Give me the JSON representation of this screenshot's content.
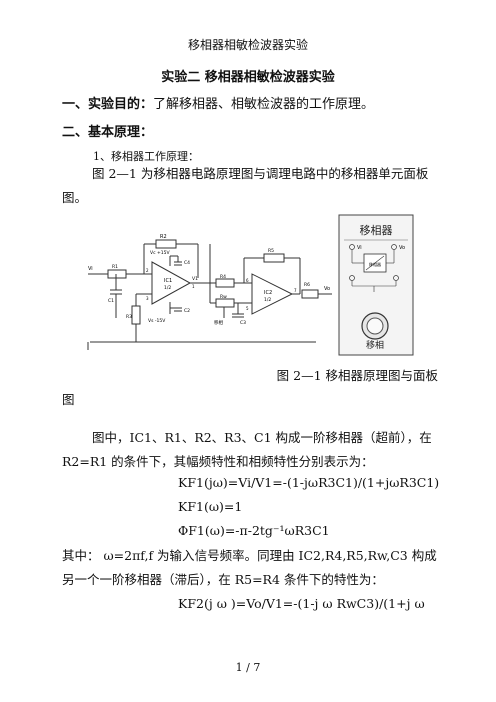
{
  "header": "移相器相敏检波器实验",
  "title": "实验二   移相器相敏检波器实验",
  "sections": {
    "s1_label": "一、实验目的：",
    "s1_text": "了解移相器、相敏检波器的工作原理。",
    "s2_label": "二、基本原理：",
    "sub1": "1、移相器工作原理："
  },
  "para1": "图 2—1 为移相器电路原理图与调理电路中的移相器单元面板图。",
  "figure": {
    "panel_title": "移相器",
    "panel_vi": "Vi",
    "panel_vo": "Vo",
    "panel_block": "移相器",
    "knob_label": "移相",
    "labels": {
      "r2": "R2",
      "vcc": "Vc +15V",
      "vee": "Vs -15V",
      "c4": "C4",
      "c2": "C2",
      "c1": "C1",
      "r1": "R1",
      "r3": "R3",
      "ic1": "IC1",
      "ic1_ratio": "1/2",
      "vi": "Vi",
      "r5": "R5",
      "r4": "R4",
      "rw": "Rw",
      "c3": "C3",
      "rw_label": "移相",
      "ic2": "IC2",
      "ic2_ratio": "1/2",
      "r6": "R6",
      "vo": "Vo",
      "v1": "V1",
      "pin2": "2",
      "pin3": "3",
      "pin1": "1",
      "pin6": "6",
      "pin5": "5",
      "pin7": "7"
    }
  },
  "caption_line1": "图 2—1  移相器原理图与面板",
  "caption_line2": "图",
  "para2": "图中，IC1、R1、R2、R3、C1 构成一阶移相器（超前），在 R2=R1 的条件下，其幅频特性和相频特性分别表示为：",
  "formula1": "KF1(jω)=Vi/V1=-(1-jωR3C1)/(1+jωR3C1)",
  "formula2": "KF1(ω)=1",
  "formula3": "ΦF1(ω)=-π-2tg⁻¹ωR3C1",
  "para3": "其中：  ω=2πf,f 为输入信号频率。同理由 IC2,R4,R5,Rw,C3 构成另一个一阶移相器（滞后），在 R5=R4 条件下的特性为：",
  "formula4": "KF2(j ω )=Vo/V1=-(1-j ω RwC3)/(1+j ω",
  "footer": "1 / 7"
}
